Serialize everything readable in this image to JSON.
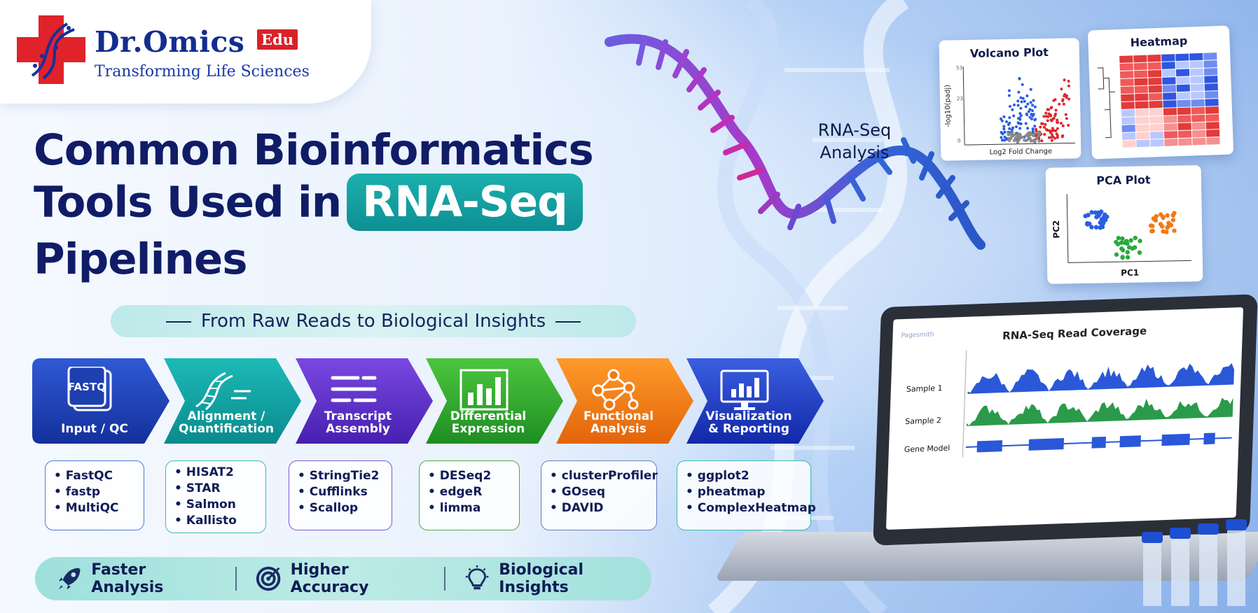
{
  "brand": {
    "name": "Dr.Omics",
    "badge": "Edu",
    "tagline": "Transforming Life Sciences"
  },
  "title": {
    "line1": "Common Bioinformatics",
    "line2": "Tools Used in",
    "highlight": "RNA-Seq",
    "line3": "Pipelines"
  },
  "subtitle": "From Raw Reads to Biological Insights",
  "steps": [
    {
      "label_1": "Input / QC",
      "label_2": "",
      "icon": "fastq-file-icon",
      "icon_text": "FASTQ",
      "color": "#1e3fb0"
    },
    {
      "label_1": "Alignment /",
      "label_2": "Quantification",
      "icon": "dna-icon",
      "color": "#0f9e9c"
    },
    {
      "label_1": "Transcript",
      "label_2": "Assembly",
      "icon": "lines-icon",
      "color": "#5a2fc6"
    },
    {
      "label_1": "Differential",
      "label_2": "Expression",
      "icon": "bar-chart-icon",
      "color": "#2ea82c"
    },
    {
      "label_1": "Functional",
      "label_2": "Analysis",
      "icon": "network-icon",
      "color": "#f07a12"
    },
    {
      "label_1": "Visualization",
      "label_2": "& Reporting",
      "icon": "monitor-chart-icon",
      "color": "#1a3ac2"
    }
  ],
  "tools": [
    [
      "FastQC",
      "fastp",
      "MultiQC"
    ],
    [
      "HISAT2",
      "STAR",
      "Salmon",
      "Kallisto"
    ],
    [
      "StringTie2",
      "Cufflinks",
      "Scallop"
    ],
    [
      "DESeq2",
      "edgeR",
      "limma"
    ],
    [
      "clusterProfiler",
      "GOseq",
      "DAVID"
    ],
    [
      "ggplot2",
      "pheatmap",
      "ComplexHeatmap"
    ]
  ],
  "benefits": [
    {
      "label": "Faster Analysis",
      "icon": "rocket-icon"
    },
    {
      "label": "Higher Accuracy",
      "icon": "target-icon"
    },
    {
      "label": "Biological Insights",
      "icon": "lightbulb-icon"
    }
  ],
  "rna_label": {
    "line1": "RNA-Seq",
    "line2": "Analysis"
  },
  "cards": {
    "volcano": {
      "title": "Volcano Plot",
      "ylabel": "-log10(padj)",
      "xlabel": "Log2 Fold Change",
      "ytick_top": "53",
      "ytick_mid": "23",
      "ytick_zero": "0"
    },
    "heatmap": {
      "title": "Heatmap"
    },
    "pca": {
      "title": "PCA Plot",
      "xlabel": "PC1",
      "ylabel": "PC2"
    }
  },
  "laptop": {
    "chart_title": "RNA-Seq Read Coverage",
    "tracks": [
      "Sample 1",
      "Sample 2",
      "Gene Model"
    ],
    "corner": "Pagesmith"
  },
  "colors": {
    "navy": "#101c66",
    "teal": "#12a3a3",
    "red": "#e0222b",
    "brand_blue": "#132d8f"
  }
}
